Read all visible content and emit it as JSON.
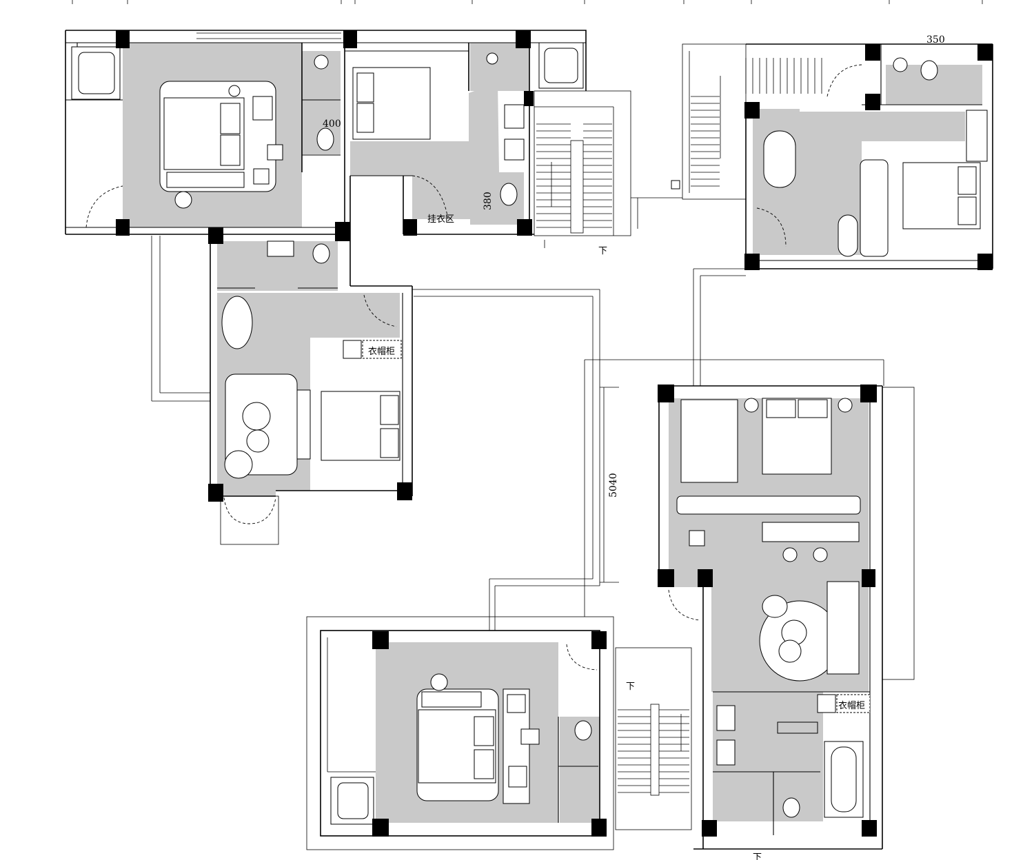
{
  "labels": {
    "wardrobe_a": "衣帽柜",
    "wardrobe_b": "衣帽柜",
    "hanging_area": "挂衣区",
    "stair_down_a": "下",
    "stair_down_b": "下",
    "stair_down_c": "下"
  },
  "dimensions": {
    "d400": "400",
    "d380": "380",
    "d350": "350",
    "d5040": "5040"
  },
  "colors": {
    "floor_fill": "#c9c9c9",
    "line": "#000000",
    "background": "#ffffff"
  }
}
